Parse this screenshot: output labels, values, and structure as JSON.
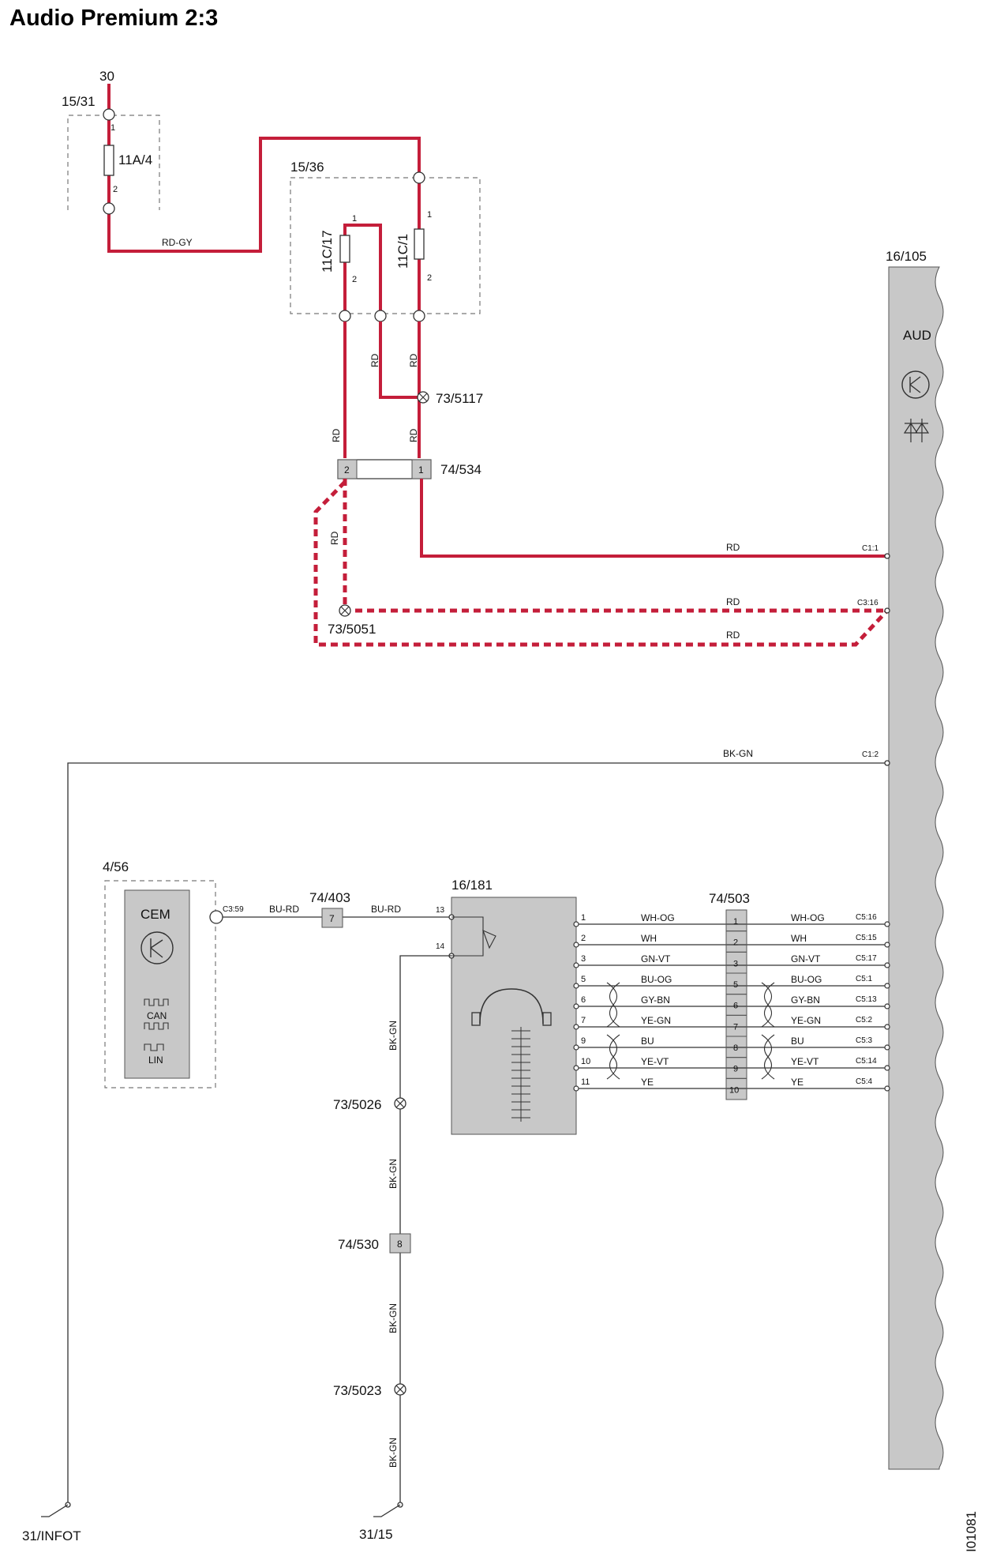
{
  "title": "Audio Premium 2:3",
  "image_code": "I01081",
  "power": {
    "terminal_30": "30",
    "box_15_31": "15/31",
    "fuse_11A4": "11A/4",
    "box_15_36": "15/36",
    "fuse_11C17": "11C/17",
    "fuse_11C1": "11C/1",
    "pin1": "1",
    "pin2": "2"
  },
  "connectors": {
    "c73_5117": "73/5117",
    "c74_534": "74/534",
    "c74_534_pin2": "2",
    "c74_534_pin1": "1",
    "c73_5051": "73/5051",
    "c74_403": "74/403",
    "c74_403_pin": "7",
    "c74_503": "74/503",
    "c73_5026": "73/5026",
    "c74_530": "74/530",
    "c74_530_pin": "8",
    "c73_5023": "73/5023"
  },
  "wire_colors": {
    "rd_gy": "RD-GY",
    "rd": "RD",
    "bk_gn": "BK-GN",
    "bu_rd": "BU-RD"
  },
  "module_aud": {
    "id": "16/105",
    "name": "AUD",
    "c1_1": "C1:1",
    "c3_16": "C3:16",
    "c1_2": "C1:2"
  },
  "module_cem": {
    "id": "4/56",
    "name": "CEM",
    "can": "CAN",
    "lin": "LIN",
    "pin": "C3:59"
  },
  "module_headphone": {
    "id": "16/181",
    "pin13": "13",
    "pin14": "14"
  },
  "headphone_rows": [
    {
      "hp_pin": "1",
      "color": "WH-OG",
      "conn_pin": "1",
      "color_r": "WH-OG",
      "aud_pin": "C5:16"
    },
    {
      "hp_pin": "2",
      "color": "WH",
      "conn_pin": "2",
      "color_r": "WH",
      "aud_pin": "C5:15"
    },
    {
      "hp_pin": "3",
      "color": "GN-VT",
      "conn_pin": "3",
      "color_r": "GN-VT",
      "aud_pin": "C5:17"
    },
    {
      "hp_pin": "5",
      "color": "BU-OG",
      "conn_pin": "5",
      "color_r": "BU-OG",
      "aud_pin": "C5:1"
    },
    {
      "hp_pin": "6",
      "color": "GY-BN",
      "conn_pin": "6",
      "color_r": "GY-BN",
      "aud_pin": "C5:13"
    },
    {
      "hp_pin": "7",
      "color": "YE-GN",
      "conn_pin": "7",
      "color_r": "YE-GN",
      "aud_pin": "C5:2"
    },
    {
      "hp_pin": "9",
      "color": "BU",
      "conn_pin": "8",
      "color_r": "BU",
      "aud_pin": "C5:3"
    },
    {
      "hp_pin": "10",
      "color": "YE-VT",
      "conn_pin": "9",
      "color_r": "YE-VT",
      "aud_pin": "C5:14"
    },
    {
      "hp_pin": "11",
      "color": "YE",
      "conn_pin": "10",
      "color_r": "YE",
      "aud_pin": "C5:4"
    }
  ],
  "grounds": {
    "g_infot": "31/INFOT",
    "g_31_15": "31/15"
  }
}
